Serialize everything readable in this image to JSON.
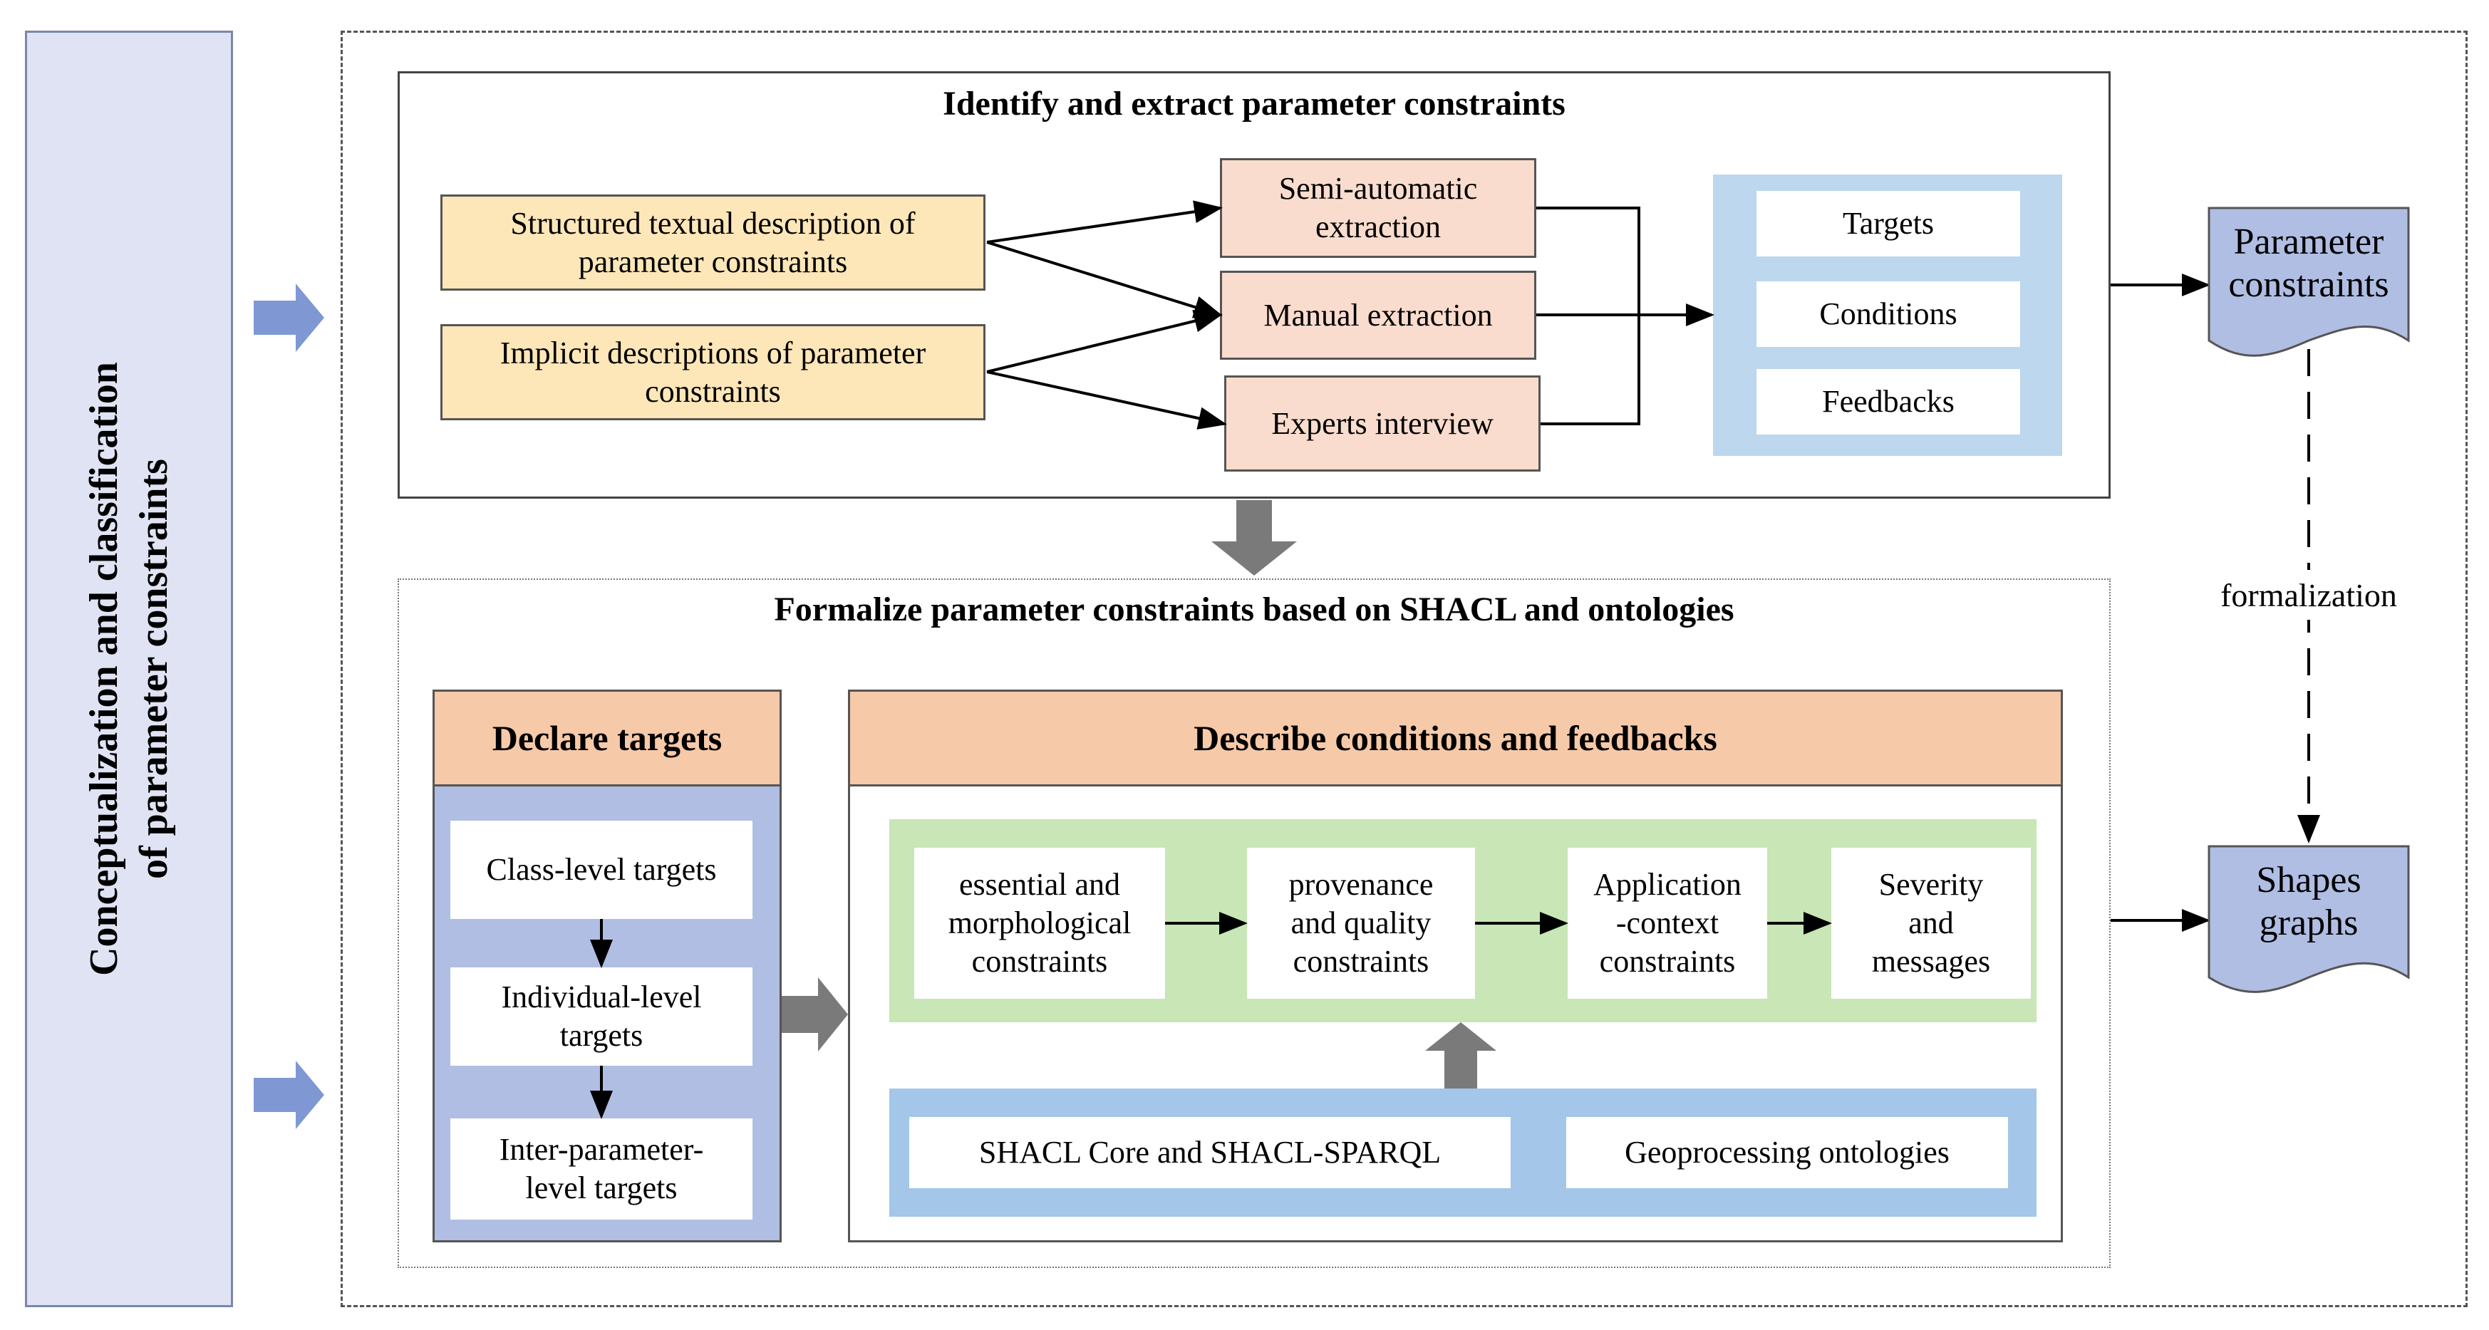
{
  "side_label": "Conceptualization and classification\nof parameter constraints",
  "top_section": {
    "title": "Identify and extract parameter constraints",
    "sources": [
      "Structured textual description of\nparameter constraints",
      "Implicit descriptions of parameter\nconstraints"
    ],
    "methods": [
      "Semi-automatic\nextraction",
      "Manual extraction",
      "Experts interview"
    ],
    "outputs": [
      "Targets",
      "Conditions",
      "Feedbacks"
    ]
  },
  "bottom_section": {
    "title": "Formalize parameter constraints based on SHACL and ontologies",
    "declare": {
      "header": "Declare targets",
      "levels": [
        "Class-level targets",
        "Individual-level\ntargets",
        "Inter-parameter-\nlevel targets"
      ]
    },
    "describe": {
      "header": "Describe conditions and feedbacks",
      "chain": [
        "essential and\nmorphological\nconstraints",
        "provenance\nand quality\nconstraints",
        "Application\n-context\nconstraints",
        "Severity\nand\nmessages"
      ],
      "foundations": [
        "SHACL Core and SHACL-SPARQL",
        "Geoprocessing ontologies"
      ]
    }
  },
  "documents": {
    "parameter_constraints": "Parameter\nconstraints",
    "shapes_graphs": "Shapes\ngraphs"
  },
  "formalization_label": "formalization",
  "colors": {
    "side_panel": "#dfe3f3",
    "source_box": "#fde7b8",
    "method_box": "#f9dccd",
    "output_panel": "#bcd7ee",
    "header_orange": "#f6c9a8",
    "declare_panel": "#b0bee3",
    "chain_panel": "#c8e6b6",
    "foundation_panel": "#a3c6e9",
    "document": "#b0bee3",
    "arrow_blue": "#7f98d4",
    "arrow_gray": "#7a7a7a"
  }
}
